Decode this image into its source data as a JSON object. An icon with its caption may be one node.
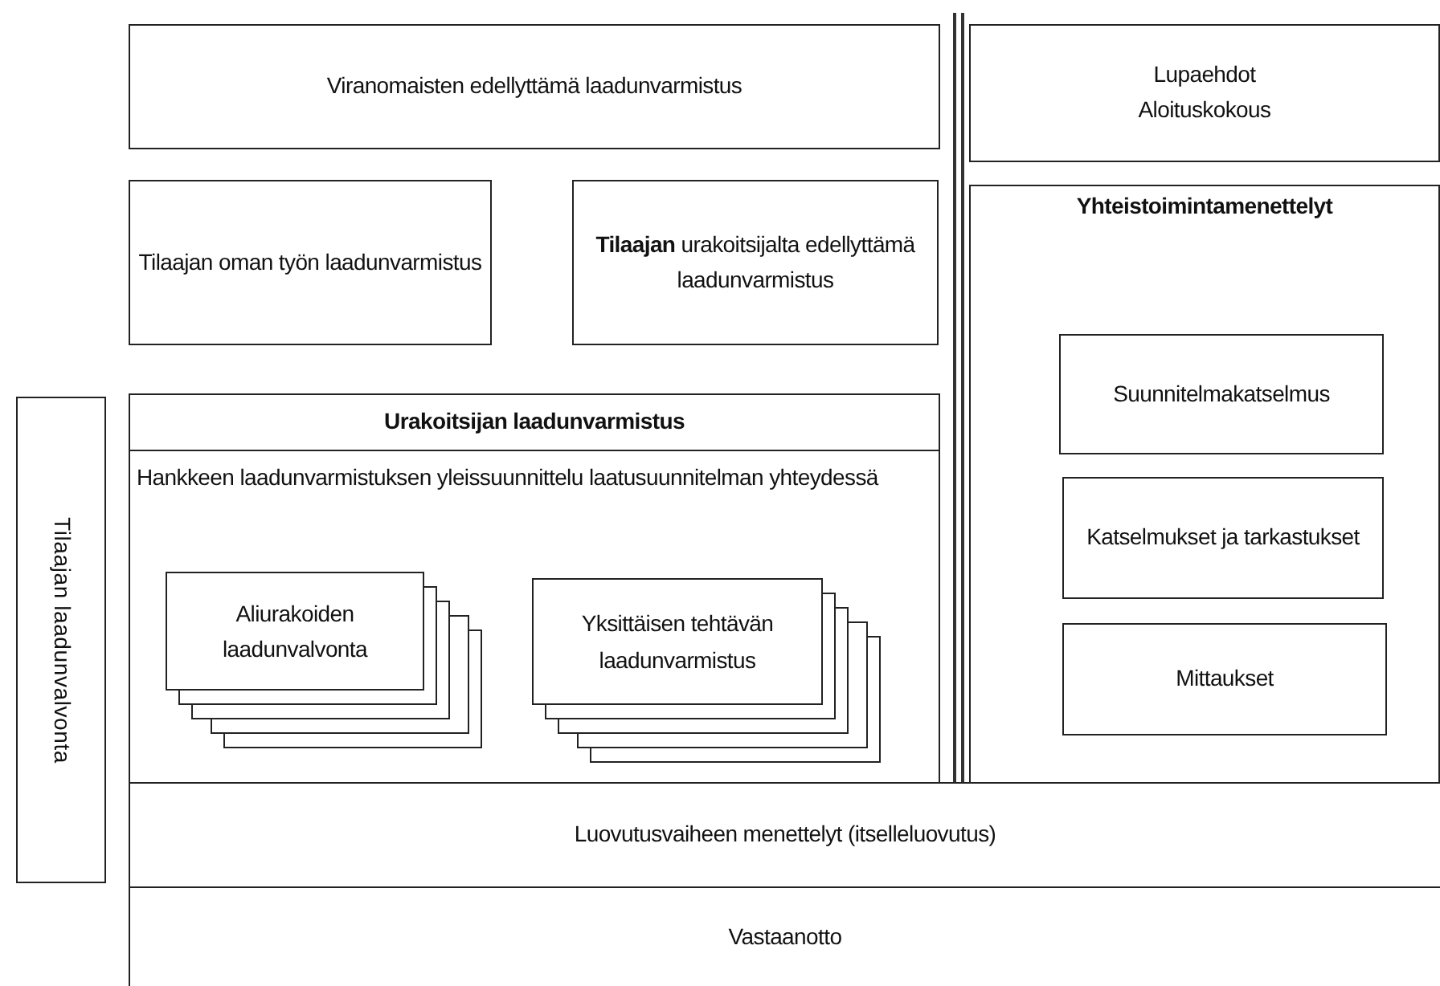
{
  "diagram": {
    "nodes": [
      {
        "text": [
          "Viranomaisten edellyttämä laadunvarmistus"
        ]
      },
      {
        "text": [
          "Tilaajan oman työn laadunvarmistus"
        ]
      },
      {
        "text": [
          "**Tilaajan** urakoitsijalta edellyttämä laadunvarmistus"
        ]
      },
      {
        "text": [
          "Urakoitsijan laadunvarmistus",
          "Hankkeen laadunvarmistuksen yleissuunnittelu laatusuunnitelman yhteydessä"
        ]
      },
      {
        "text": [
          "Aliurakoiden laadunvalvonta"
        ],
        "in": 3
      },
      {
        "text": [
          "Yksittäisen tehtävän laadunvarmistus"
        ],
        "in": 3
      },
      {
        "text": [
          "Lupaehdot",
          "Aloituskokous"
        ]
      },
      {
        "text": [
          "Yhteistoimintamenettelyt"
        ]
      },
      {
        "text": [
          "Suunnitelmakatselmus"
        ],
        "in": 7
      },
      {
        "text": [
          "Katselmukset ja tarkastukset"
        ],
        "in": 7
      },
      {
        "text": [
          "Mittaukset"
        ],
        "in": 7
      },
      {
        "text": [
          "Tilaajan laadunvalvonta"
        ]
      },
      {
        "text": [
          "Luovutusvaiheen menettelyt (itselleluovutus)"
        ]
      },
      {
        "text": [
          "Vastaanotto"
        ]
      }
    ],
    "edges": []
  }
}
